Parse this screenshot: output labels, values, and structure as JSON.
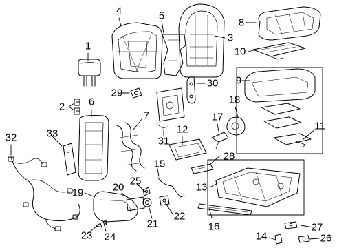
{
  "diagram": {
    "callouts": [
      {
        "key": "c1",
        "label": "1"
      },
      {
        "key": "c2",
        "label": "2"
      },
      {
        "key": "c3",
        "label": "3"
      },
      {
        "key": "c4",
        "label": "4"
      },
      {
        "key": "c5",
        "label": "5"
      },
      {
        "key": "c6",
        "label": "6"
      },
      {
        "key": "c7",
        "label": "7"
      },
      {
        "key": "c8",
        "label": "8"
      },
      {
        "key": "c9",
        "label": "9"
      },
      {
        "key": "c10",
        "label": "10"
      },
      {
        "key": "c11",
        "label": "11"
      },
      {
        "key": "c12",
        "label": "12"
      },
      {
        "key": "c13",
        "label": "13"
      },
      {
        "key": "c14",
        "label": "14"
      },
      {
        "key": "c15",
        "label": "15"
      },
      {
        "key": "c16",
        "label": "16"
      },
      {
        "key": "c17",
        "label": "17"
      },
      {
        "key": "c18",
        "label": "18"
      },
      {
        "key": "c19",
        "label": "19"
      },
      {
        "key": "c20",
        "label": "20"
      },
      {
        "key": "c21",
        "label": "21"
      },
      {
        "key": "c22",
        "label": "22"
      },
      {
        "key": "c23",
        "label": "23"
      },
      {
        "key": "c24",
        "label": "24"
      },
      {
        "key": "c25",
        "label": "25"
      },
      {
        "key": "c26",
        "label": "26"
      },
      {
        "key": "c27",
        "label": "27"
      },
      {
        "key": "c28",
        "label": "28"
      },
      {
        "key": "c29",
        "label": "29"
      },
      {
        "key": "c30",
        "label": "30"
      },
      {
        "key": "c31",
        "label": "31"
      },
      {
        "key": "c32",
        "label": "32"
      },
      {
        "key": "c33",
        "label": "33"
      }
    ]
  }
}
